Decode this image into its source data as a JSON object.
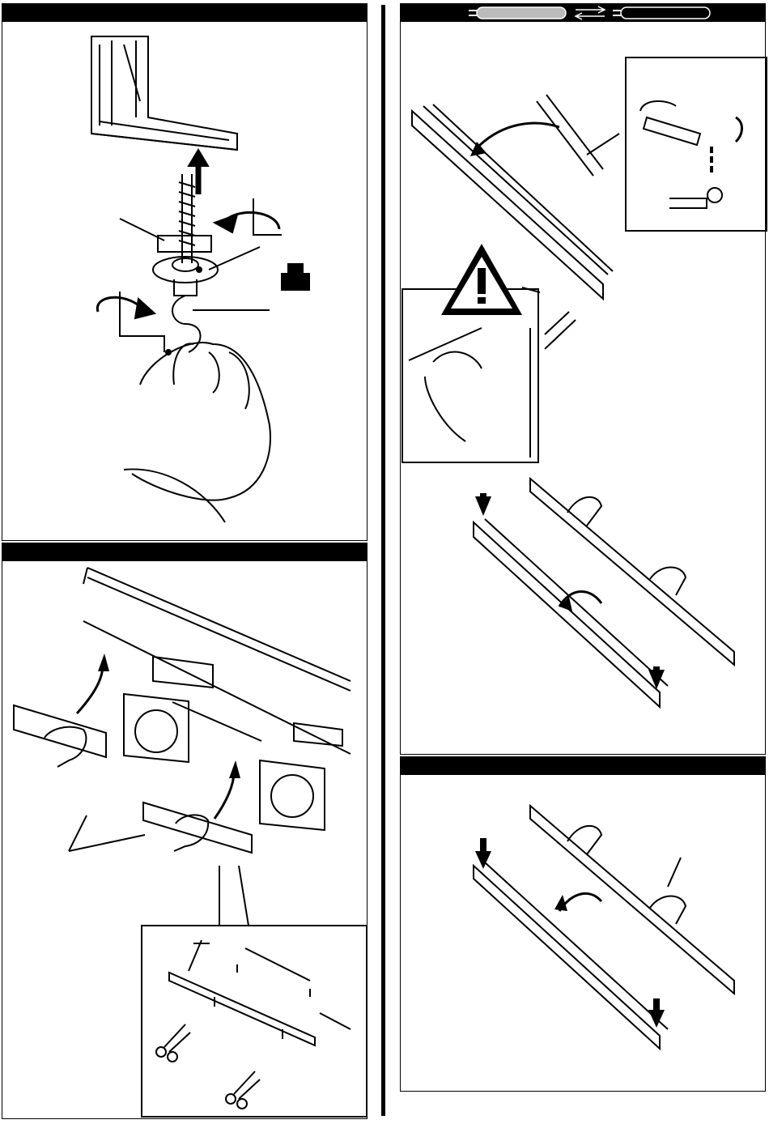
{
  "document": {
    "panels": [
      {
        "id": "hook-mounting",
        "header_bar": "black"
      },
      {
        "id": "cover-removal",
        "header_bar": "black"
      },
      {
        "id": "tube-replacement",
        "header_bar": "black",
        "header_icon": "tube-swap-icon"
      },
      {
        "id": "cover-refit",
        "header_bar": "black"
      }
    ],
    "icons": [
      "weight-icon",
      "warning-triangle-icon",
      "scissors-icon",
      "rotate-arrow-icon",
      "down-arrow-icon"
    ]
  }
}
